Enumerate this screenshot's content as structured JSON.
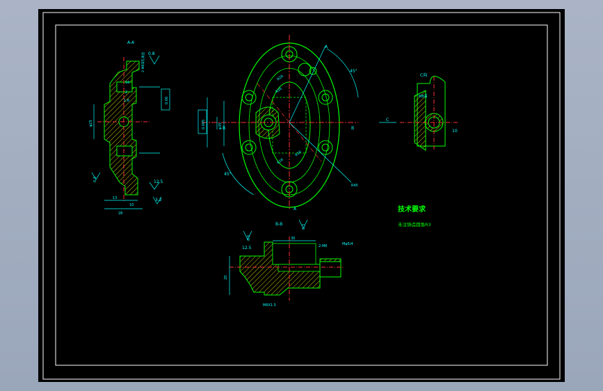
{
  "colors": {
    "background": "#000000",
    "frame": "#ffffff",
    "outline": "#00ff00",
    "dimension": "#00ffff",
    "center_line": "#ff3030",
    "hatch": "#ffff00",
    "text": "#00ffff",
    "title_text": "#00ff00"
  },
  "views": {
    "section_aa": {
      "label": "A-A",
      "surface_note": "2-M8深孔攻丝",
      "roughness_top": "0.8",
      "dim_16": "16",
      "dim_2": "2",
      "dim_1_6": "1.6",
      "tol_box": "0.06",
      "dim_28": "28",
      "dim_13": "13",
      "dim_10": "10",
      "roughness_mid": "12.5",
      "roughness_low": "3.2",
      "side_dim": "0.3",
      "vertical_dim": "φ25"
    },
    "main_view": {
      "label_a_top": "A",
      "label_a_bottom": "A",
      "label_b_left": "B",
      "label_b_right": "B",
      "angle_top": "45°",
      "angle_bottom": "45°",
      "radius": "R45",
      "tol_box": "0.005",
      "left_dim": "φ35",
      "r_labels": [
        "R26",
        "R36",
        "R26",
        "R36"
      ]
    },
    "view_c": {
      "label": "C向",
      "arrow_label": "C",
      "note": "M8深",
      "dim": "10"
    },
    "section_bb": {
      "label": "B-B",
      "dim_30": "30",
      "thread": "2-M6",
      "tap": "Mφ5/4",
      "roughness_a": "6.3",
      "roughness_b": "12.5",
      "roughness_c": "6.3",
      "height": "20",
      "bottom_dim": "M6X1.5"
    },
    "technical": {
      "title": "技术要求",
      "line1": "未注铸造圆角R3"
    }
  }
}
